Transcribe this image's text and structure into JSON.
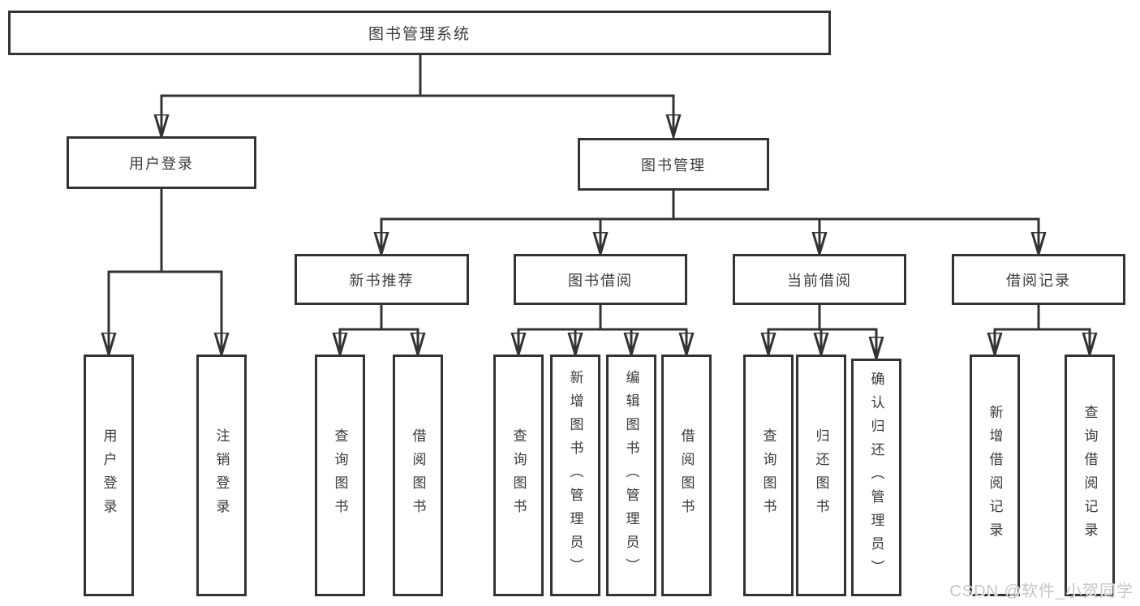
{
  "diagram": {
    "root": {
      "label": "图书管理系统"
    },
    "level2": [
      {
        "label": "用户登录"
      },
      {
        "label": "图书管理"
      }
    ],
    "level3": [
      {
        "label": "新书推荐"
      },
      {
        "label": "图书借阅"
      },
      {
        "label": "当前借阅"
      },
      {
        "label": "借阅记录"
      }
    ],
    "leaves": [
      {
        "label": "用户登录"
      },
      {
        "label": "注销登录"
      },
      {
        "label": "查询图书"
      },
      {
        "label": "借阅图书"
      },
      {
        "label": "查询图书"
      },
      {
        "label": "新增图书（管理员）"
      },
      {
        "label": "编辑图书（管理员）"
      },
      {
        "label": "借阅图书"
      },
      {
        "label": "查询图书"
      },
      {
        "label": "归还图书"
      },
      {
        "label": "确认归还（管理员）"
      },
      {
        "label": "新增借阅记录"
      },
      {
        "label": "查询借阅记录"
      }
    ]
  },
  "watermark": {
    "text": "CSDN @软件_小贺同学"
  },
  "colors": {
    "line": "#333333",
    "box_border": "#333333",
    "box_fill": "#ffffff",
    "text": "#3a3a3a",
    "watermark": "#c7c7c7"
  }
}
